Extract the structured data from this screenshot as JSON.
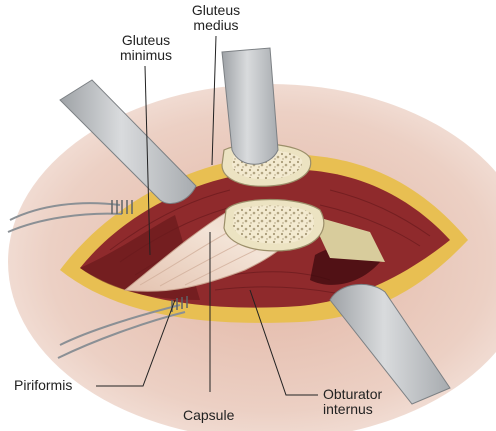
{
  "labels": {
    "gluteus_medius": [
      "Gluteus",
      "medius"
    ],
    "gluteus_minimus": [
      "Gluteus",
      "minimus"
    ],
    "piriformis": "Piriformis",
    "capsule": "Capsule",
    "obturator_internus": [
      "Obturator",
      "internus"
    ]
  },
  "colors": {
    "skin": "#e7c7bb",
    "muscle": "#8f2a2c",
    "muscle_dark": "#5e1417",
    "fat": "#e8bf52",
    "bone": "#f2e9c8",
    "capsule": "#efd8c8",
    "retractor": "#b9bcbf",
    "leader_line": "#222222"
  }
}
